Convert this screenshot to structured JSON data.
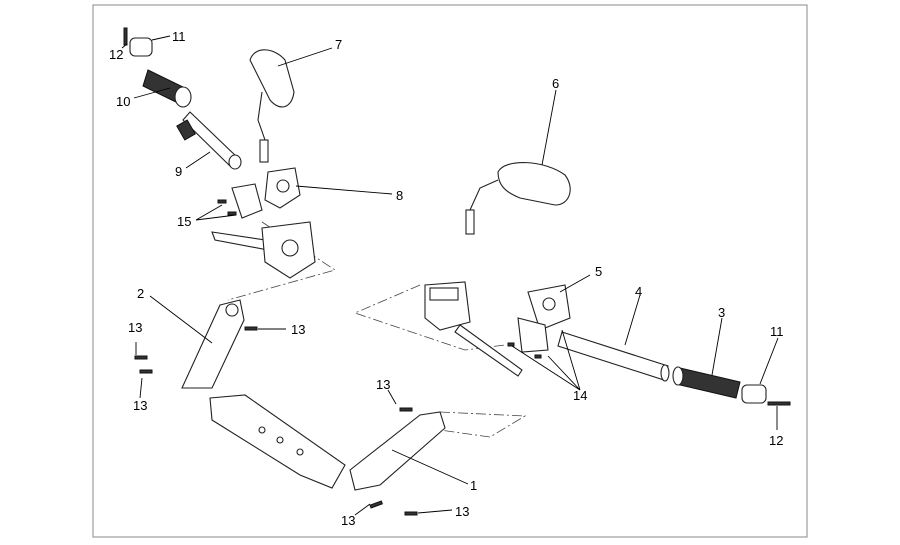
{
  "diagram": {
    "callouts": [
      {
        "id": "c1",
        "label": "1"
      },
      {
        "id": "c2",
        "label": "2"
      },
      {
        "id": "c3",
        "label": "3"
      },
      {
        "id": "c4",
        "label": "4"
      },
      {
        "id": "c5",
        "label": "5"
      },
      {
        "id": "c6",
        "label": "6"
      },
      {
        "id": "c7",
        "label": "7"
      },
      {
        "id": "c8",
        "label": "8"
      },
      {
        "id": "c9",
        "label": "9"
      },
      {
        "id": "c10",
        "label": "10"
      },
      {
        "id": "c11a",
        "label": "11"
      },
      {
        "id": "c11b",
        "label": "11"
      },
      {
        "id": "c12a",
        "label": "12"
      },
      {
        "id": "c12b",
        "label": "12"
      },
      {
        "id": "c13a",
        "label": "13"
      },
      {
        "id": "c13b",
        "label": "13"
      },
      {
        "id": "c13c",
        "label": "13"
      },
      {
        "id": "c13d",
        "label": "13"
      },
      {
        "id": "c13e",
        "label": "13"
      },
      {
        "id": "c13f",
        "label": "13"
      },
      {
        "id": "c14",
        "label": "14"
      },
      {
        "id": "c15",
        "label": "15"
      }
    ]
  }
}
